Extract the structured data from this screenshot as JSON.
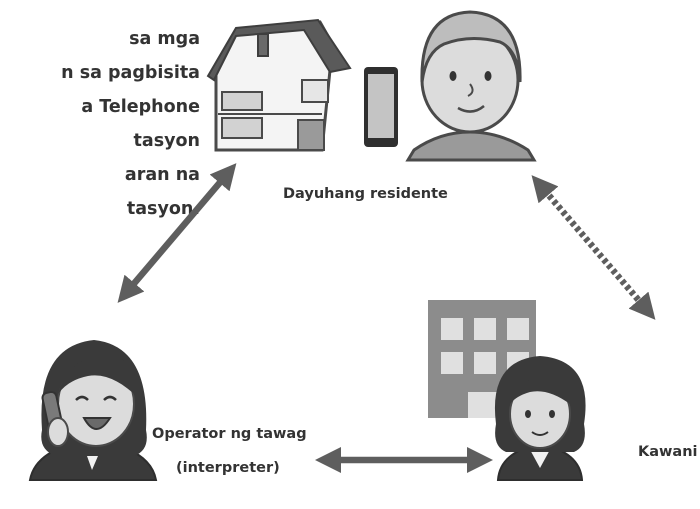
{
  "intro_lines": [
    "sa mga",
    "n sa pagbisita",
    "a Telephone",
    "tasyon",
    "aran na",
    "tasyon."
  ],
  "labels": {
    "resident": "Dayuhang residente",
    "operator_line1": "Operator ng tawag",
    "operator_line2": "(interpreter)",
    "staff": "Kawani"
  },
  "colors": {
    "arrow": "#5e5e5e",
    "outline": "#4a4a4a",
    "hair": "#3c3c3c",
    "skin": "#dcdcdc",
    "building": "#8c8c8c",
    "window": "#e0e0e0"
  }
}
